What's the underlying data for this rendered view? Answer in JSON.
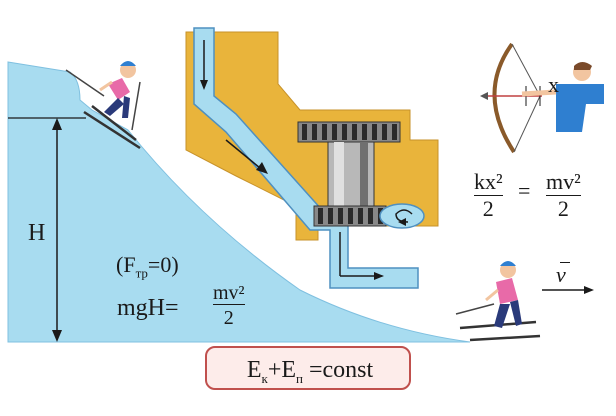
{
  "height_label": "H",
  "friction_condition": {
    "prefix": "(F",
    "sub": "тр",
    "suffix": "=0)"
  },
  "energy_equation": {
    "left": "mgH=",
    "numerator": "mv²",
    "denominator": "2"
  },
  "spring_equation": {
    "left_numerator": "kx²",
    "left_denominator": "2",
    "equals": "=",
    "right_numerator": "mv²",
    "right_denominator": "2"
  },
  "deformation_label": "x",
  "velocity_label": "v",
  "conservation_law": {
    "e1": "E",
    "s1": "к",
    "plus": "+E",
    "s2": "п",
    "rest": " =const"
  },
  "colors": {
    "water": "#a8dcf0",
    "water_dark": "#5fa9cf",
    "housing": "#e9b43b",
    "box_border": "#c0504d",
    "box_fill": "#fdecea",
    "skin": "#f2c5a0",
    "pink": "#e86aa8",
    "blue_shirt": "#2f7fd0"
  }
}
